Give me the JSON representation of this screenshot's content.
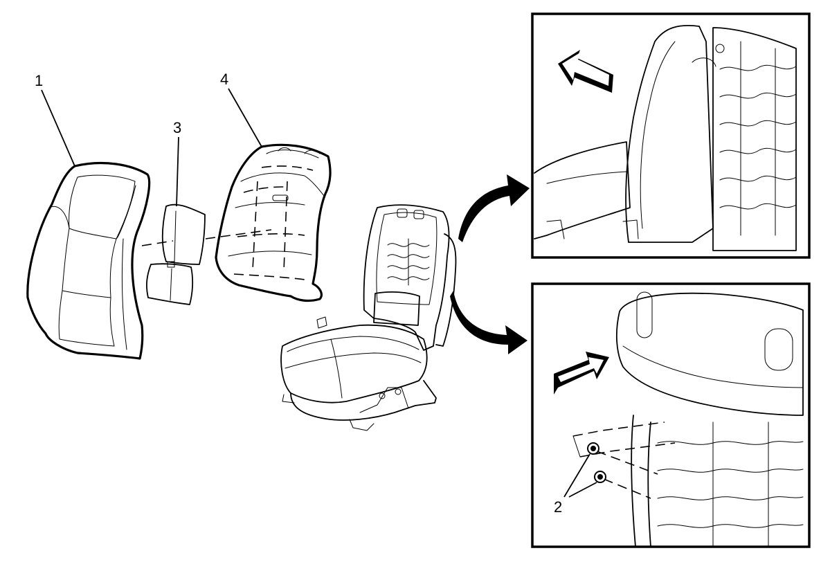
{
  "callouts": {
    "seat_back_cover": "1",
    "retainers": "2",
    "pad_insert": "3",
    "seat_back_pad": "4"
  },
  "icons": [
    "arrow-left-icon",
    "arrow-right-icon",
    "curved-arrow-icon"
  ],
  "colors": {
    "line": "#000000",
    "background": "#ffffff"
  }
}
